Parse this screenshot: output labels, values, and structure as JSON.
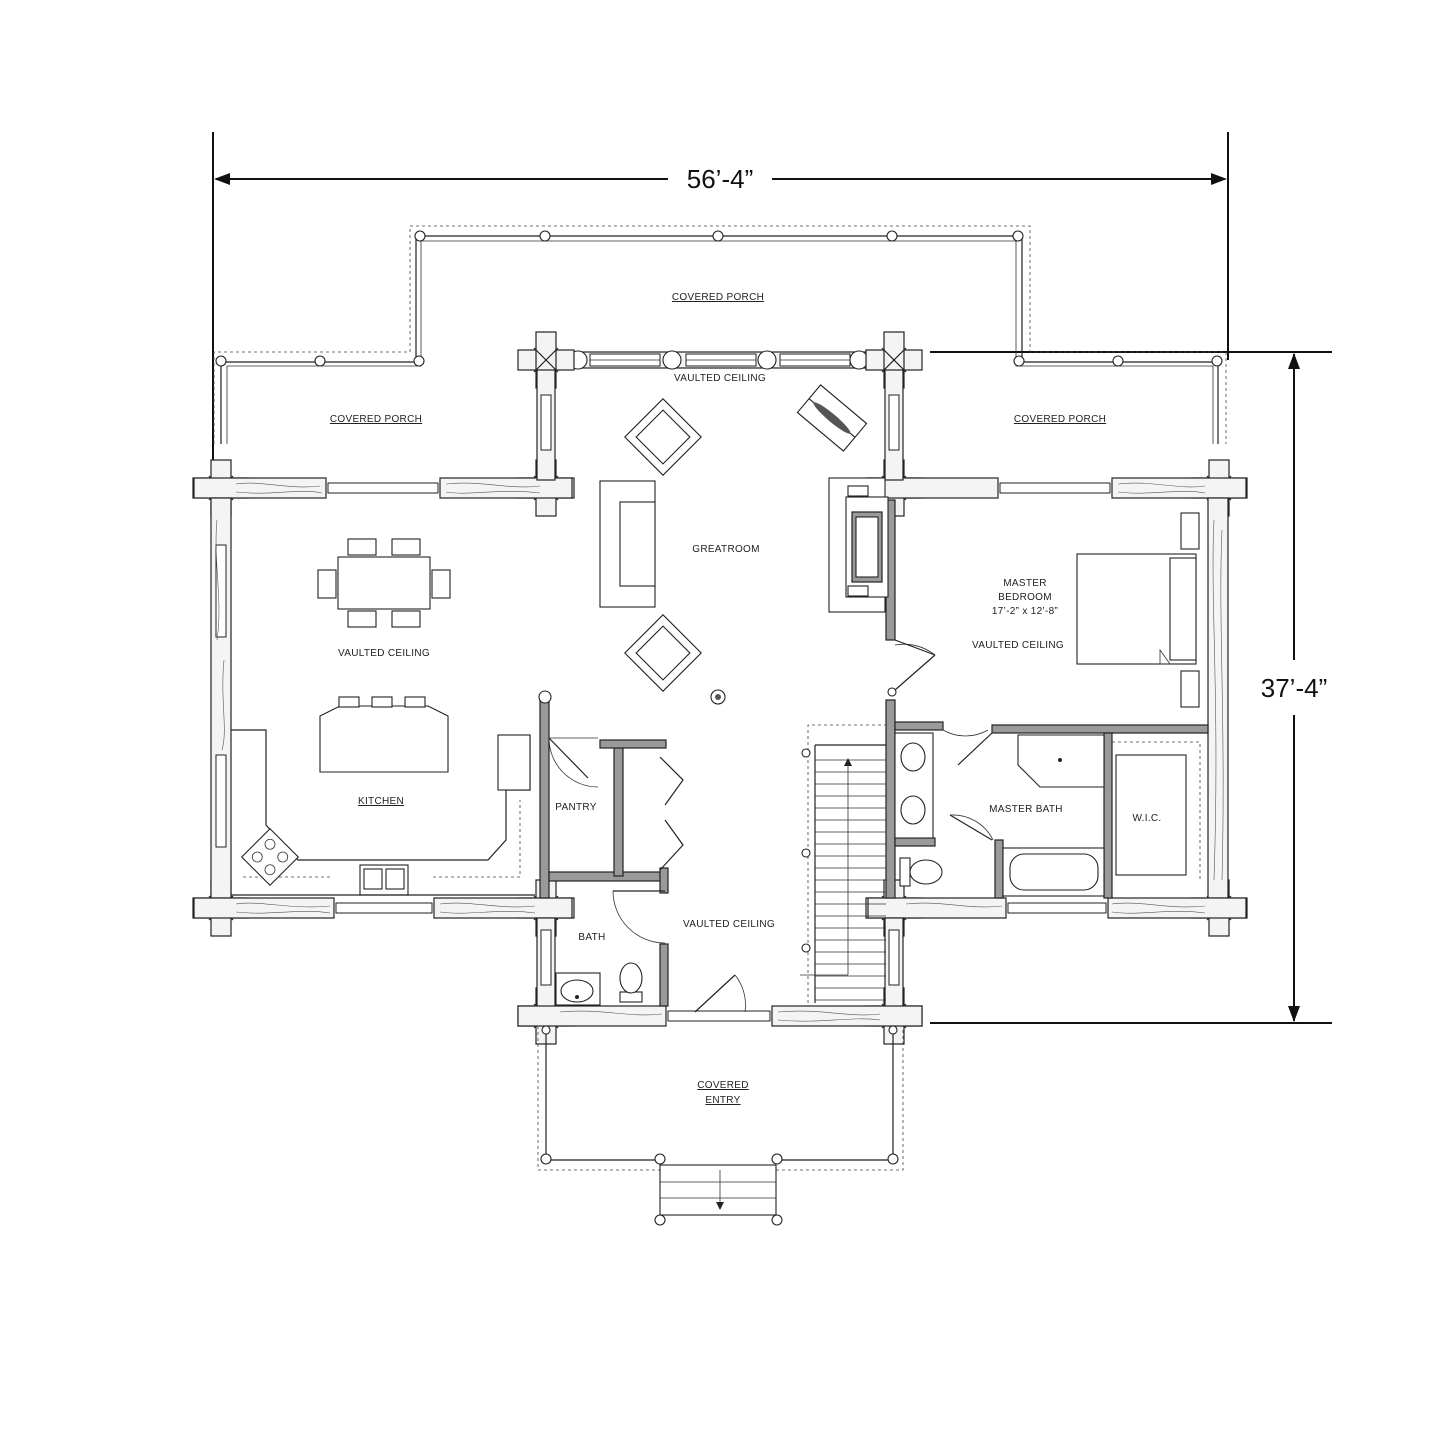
{
  "dimensions": {
    "width": "56’-4”",
    "depth": "37’-4”"
  },
  "rooms": {
    "porch_top": "COVERED PORCH",
    "porch_left": "COVERED PORCH",
    "porch_right": "COVERED PORCH",
    "vaulted_greatroom_top": "VAULTED CEILING",
    "greatroom": "GREATROOM",
    "vaulted_kitchen": "VAULTED CEILING",
    "kitchen": "KITCHEN",
    "pantry": "PANTRY",
    "bath": "BATH",
    "vaulted_entry_hall": "VAULTED CEILING",
    "master_bedroom_line1": "MASTER",
    "master_bedroom_line2": "BEDROOM",
    "master_bedroom_size": "17’-2” x 12’-8”",
    "vaulted_master": "VAULTED CEILING",
    "master_bath": "MASTER BATH",
    "wic": "W.I.C.",
    "entry_line1": "COVERED",
    "entry_line2": "ENTRY"
  },
  "colors": {
    "wall": "#9a9a9a",
    "line": "#222222",
    "background": "#ffffff"
  }
}
